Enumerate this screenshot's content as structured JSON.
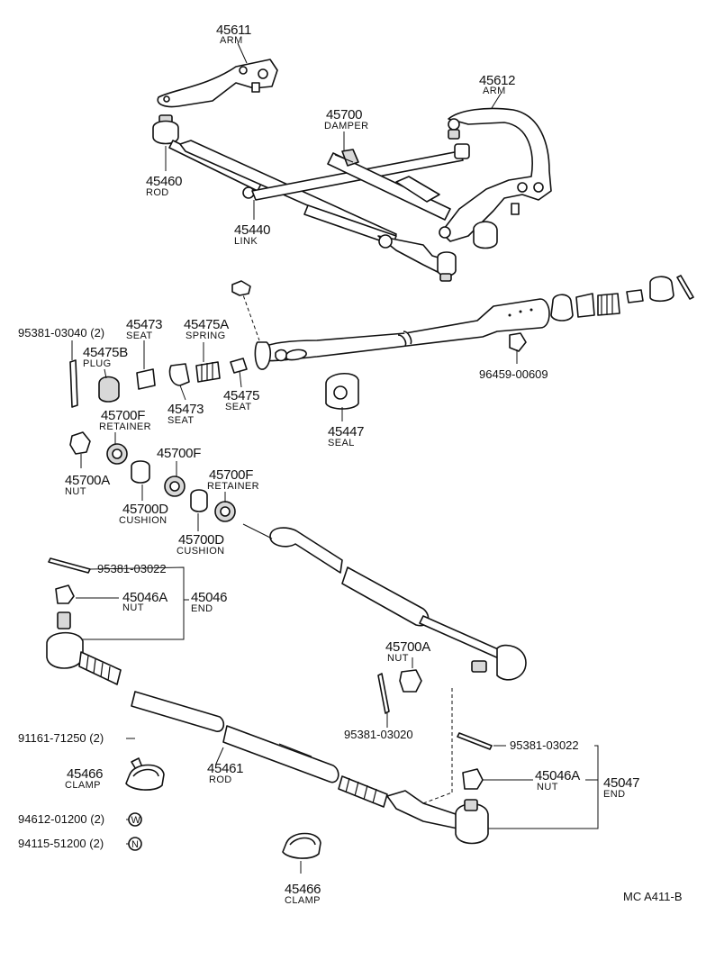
{
  "diagram_code": "MC A411-B",
  "parts": {
    "p45611": {
      "num": "45611",
      "name": "ARM"
    },
    "p45612": {
      "num": "45612",
      "name": "ARM"
    },
    "p45700_damper": {
      "num": "45700",
      "name": "DAMPER"
    },
    "p45460": {
      "num": "45460",
      "name": "ROD"
    },
    "p45440": {
      "num": "45440",
      "name": "LINK"
    },
    "p95381_03040": {
      "num": "95381-03040 (2)"
    },
    "p45473_top": {
      "num": "45473",
      "name": "SEAT"
    },
    "p45475A": {
      "num": "45475A",
      "name": "SPRING"
    },
    "p45475B": {
      "num": "45475B",
      "name": "PLUG"
    },
    "p45473_bottom": {
      "num": "45473",
      "name": "SEAT"
    },
    "p45475": {
      "num": "45475",
      "name": "SEAT"
    },
    "p96459": {
      "num": "96459-00609"
    },
    "p45447": {
      "num": "45447",
      "name": "SEAL"
    },
    "p45700F_top": {
      "num": "45700F",
      "name": "RETAINER"
    },
    "p45700A_top": {
      "num": "45700A",
      "name": "NUT"
    },
    "p45700F_mid": {
      "num": "45700F"
    },
    "p45700D_top": {
      "num": "45700D",
      "name": "CUSHION"
    },
    "p45700F_right": {
      "num": "45700F",
      "name": "RETAINER"
    },
    "p45700D_bottom": {
      "num": "45700D",
      "name": "CUSHION"
    },
    "p95381_03022_left": {
      "num": "95381-03022"
    },
    "p45046A_left": {
      "num": "45046A",
      "name": "NUT"
    },
    "p45046": {
      "num": "45046",
      "name": "END"
    },
    "p45700A_mid": {
      "num": "45700A",
      "name": "NUT"
    },
    "p95381_03020": {
      "num": "95381-03020"
    },
    "p91161": {
      "num": "91161-71250 (2)"
    },
    "p45466_left": {
      "num": "45466",
      "name": "CLAMP"
    },
    "p45461": {
      "num": "45461",
      "name": "ROD"
    },
    "p95381_03022_right": {
      "num": "95381-03022"
    },
    "p45046A_right": {
      "num": "45046A",
      "name": "NUT"
    },
    "p45047": {
      "num": "45047",
      "name": "END"
    },
    "p94612": {
      "num": "94612-01200 (2)",
      "symbol": "W"
    },
    "p94115": {
      "num": "94115-51200 (2)",
      "symbol": "N"
    },
    "p45466_bottom": {
      "num": "45466",
      "name": "CLAMP"
    }
  }
}
